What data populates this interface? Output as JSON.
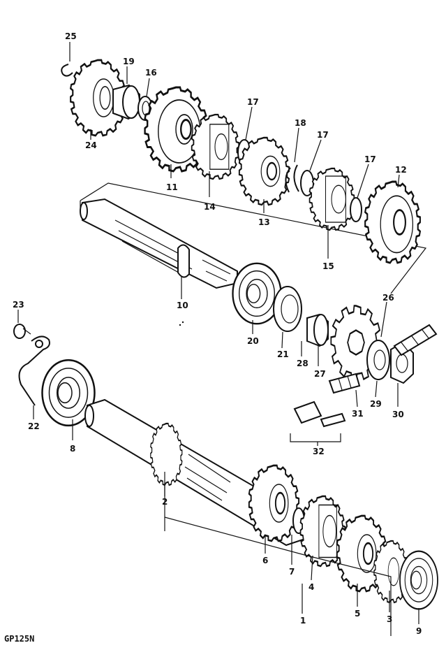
{
  "drawing_code": "GP125N",
  "parts": [
    "1",
    "2",
    "3",
    "4",
    "5",
    "6",
    "7",
    "8",
    "9",
    "10",
    "11",
    "12",
    "13",
    "14",
    "15",
    "16",
    "17",
    "18",
    "19",
    "20",
    "21",
    "22",
    "23",
    "24",
    "25",
    "26",
    "27",
    "28",
    "29",
    "30",
    "31",
    "32"
  ],
  "callouts": [
    {
      "text": "25"
    },
    {
      "text": "19"
    },
    {
      "text": "16"
    },
    {
      "text": "24"
    },
    {
      "text": "11"
    },
    {
      "text": "17"
    },
    {
      "text": "14"
    },
    {
      "text": "18"
    },
    {
      "text": "17"
    },
    {
      "text": "13"
    },
    {
      "text": "17"
    },
    {
      "text": "12"
    },
    {
      "text": "15"
    },
    {
      "text": "10"
    },
    {
      "text": "26"
    },
    {
      "text": "23"
    },
    {
      "text": "20"
    },
    {
      "text": "21"
    },
    {
      "text": "28"
    },
    {
      "text": "27"
    },
    {
      "text": "31"
    },
    {
      "text": "29"
    },
    {
      "text": "30"
    },
    {
      "text": "22"
    },
    {
      "text": "8"
    },
    {
      "text": "32"
    },
    {
      "text": "2"
    },
    {
      "text": "6"
    },
    {
      "text": "7"
    },
    {
      "text": "4"
    },
    {
      "text": "1"
    },
    {
      "text": "5"
    },
    {
      "text": "3"
    },
    {
      "text": "9"
    }
  ]
}
